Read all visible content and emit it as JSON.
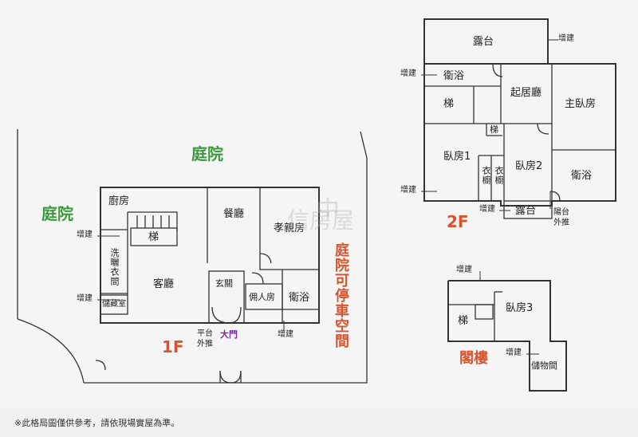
{
  "floor_1": {
    "title": "1F",
    "yard_top": "庭院",
    "yard_left": "庭院",
    "yard_right_parking": "庭院可停車空間",
    "rooms": {
      "kitchen": "廚房",
      "dining": "餐廳",
      "filial_room": "孝親房",
      "stairs": "梯",
      "laundry": "洗曬衣間",
      "living": "客廳",
      "foyer": "玄關",
      "maid_room": "佣人房",
      "bath": "衛浴",
      "storage": "儲藏室"
    },
    "annotations": {
      "addon_left_1": "增建",
      "addon_left_2": "增建",
      "addon_bottom": "增建",
      "platform": "平台",
      "push_out": "外推",
      "main_door": "大門"
    }
  },
  "floor_2": {
    "title": "2F",
    "rooms": {
      "terrace_top": "露台",
      "bath_left": "衛浴",
      "stairs": "梯",
      "living": "起居廳",
      "master_bedroom": "主臥房",
      "stairs_small": "梯",
      "bedroom_1": "臥房1",
      "closet_1": "衣櫥",
      "closet_2": "衣櫥",
      "bedroom_2": "臥房2",
      "bath_right": "衛浴",
      "terrace_bottom": "露台"
    },
    "annotations": {
      "addon_terrace": "增建",
      "addon_bath": "增建",
      "addon_left": "增建",
      "addon_bottom": "增建",
      "balcony": "陽台",
      "push_out": "外推"
    }
  },
  "attic": {
    "title": "閣樓",
    "rooms": {
      "bedroom_3": "臥房3",
      "stairs": "梯",
      "storage": "儲物間"
    },
    "annotations": {
      "addon_top": "增建",
      "addon_side": "增建"
    }
  },
  "watermark": {
    "line1": "中",
    "line2": "信房屋"
  },
  "footer_note": "※此格局圖僅供參考，請依現場實屋為準。",
  "colors": {
    "yard_green": "#3a9a3a",
    "floor_label_orange": "#d9532c",
    "door_purple": "#7a2ea8"
  }
}
